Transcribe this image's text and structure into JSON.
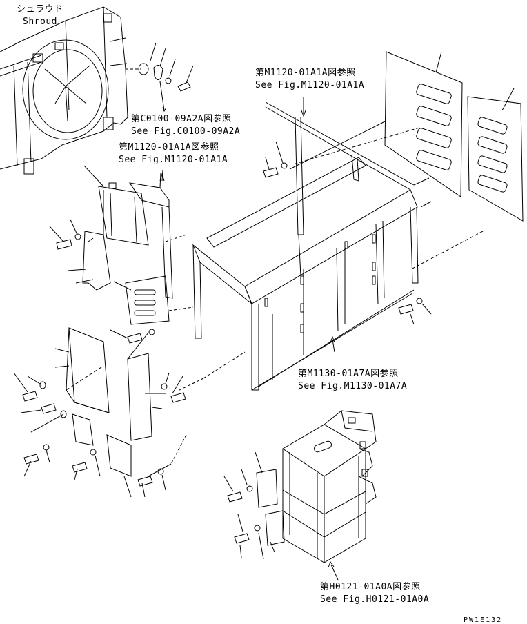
{
  "shroud": {
    "label_jp": "シュラウド",
    "label_en": "Shroud"
  },
  "refs": [
    {
      "jp": "第C0100-09A2A図参照",
      "en": "See Fig.C0100-09A2A"
    },
    {
      "jp": "第M1120-01A1A図参照",
      "en": "See Fig.M1120-01A1A"
    },
    {
      "jp": "第M1120-01A1A図参照",
      "en": "See Fig.M1120-01A1A"
    },
    {
      "jp": "第M1130-01A7A図参照",
      "en": "See Fig.M1130-01A7A"
    },
    {
      "jp": "第H0121-01A0A図参照",
      "en": "See Fig.H0121-01A0A"
    }
  ],
  "drawing_code": "PW1E132"
}
